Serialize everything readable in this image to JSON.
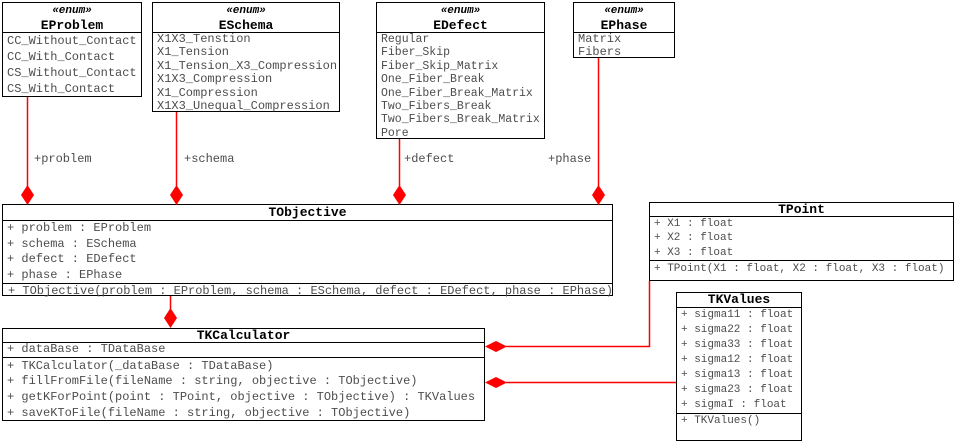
{
  "colors": {
    "connector_red": "#ff0000",
    "box_border": "#000000",
    "member_text": "#4d4d4d",
    "title_text": "#000000",
    "background": "#ffffff"
  },
  "classes": {
    "EProblem": {
      "stereotype": "«enum»",
      "name": "EProblem",
      "items": [
        "CC_Without_Contact",
        "CC_With_Contact",
        "CS_Without_Contact",
        "CS_With_Contact"
      ]
    },
    "ESchema": {
      "stereotype": "«enum»",
      "name": "ESchema",
      "items": [
        "X1X3_Tenstion",
        "X1_Tension",
        "X1_Tension_X3_Compression",
        "X1X3_Compression",
        "X1_Compression",
        "X1X3_Unequal_Compression"
      ]
    },
    "EDefect": {
      "stereotype": "«enum»",
      "name": "EDefect",
      "items": [
        "Regular",
        "Fiber_Skip",
        "Fiber_Skip_Matrix",
        "One_Fiber_Break",
        "One_Fiber_Break_Matrix",
        "Two_Fibers_Break",
        "Two_Fibers_Break_Matrix",
        "Pore"
      ]
    },
    "EPhase": {
      "stereotype": "«enum»",
      "name": "EPhase",
      "items": [
        "Matrix",
        "Fibers"
      ]
    },
    "TObjective": {
      "name": "TObjective",
      "attributes": [
        "+ problem : EProblem",
        "+ schema : ESchema",
        "+ defect : EDefect",
        "+ phase : EPhase"
      ],
      "methods": [
        "+ TObjective(problem : EProblem, schema : ESchema, defect : EDefect, phase : EPhase)"
      ]
    },
    "TPoint": {
      "name": "TPoint",
      "attributes": [
        "+ X1 : float",
        "+ X2 : float",
        "+ X3 : float"
      ],
      "methods": [
        "+ TPoint(X1 : float, X2 : float, X3 : float)"
      ]
    },
    "TKValues": {
      "name": "TKValues",
      "attributes": [
        "+ sigma11 : float",
        "+ sigma22 : float",
        "+ sigma33 : float",
        "+ sigma12 : float",
        "+ sigma13 : float",
        "+ sigma23 : float",
        "+ sigmaI : float"
      ],
      "methods": [
        "+ TKValues()"
      ]
    },
    "TKCalculator": {
      "name": "TKCalculator",
      "attributes": [
        "+ dataBase : TDataBase"
      ],
      "methods": [
        "+ TKCalculator(_dataBase : TDataBase)",
        "+ fillFromFile(fileName : string, objective : TObjective)",
        "+ getKForPoint(point : TPoint, objective : TObjective) : TKValues",
        "+ saveKToFile(fileName : string, objective : TObjective)"
      ]
    }
  },
  "connector_labels": {
    "problem": "+problem",
    "schema": "+schema",
    "defect": "+defect",
    "phase": "+phase"
  }
}
